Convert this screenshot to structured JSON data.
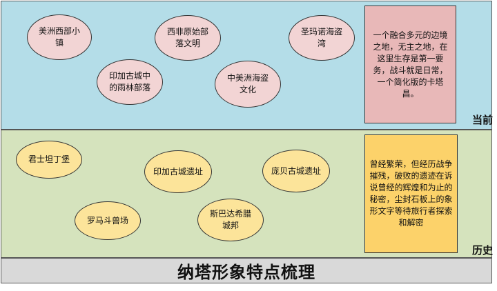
{
  "current": {
    "label": "当前",
    "places": [
      "美洲西部小镇",
      "西非原始部落文明",
      "圣玛诺海盗湾",
      "印加古城中的雨林部落",
      "中美洲海盗文化"
    ],
    "description": "一个融合多元的边境之地，无主之地，在这里生存是第一要务，战斗就是日常，一个简化版的卡塔昌。"
  },
  "history": {
    "label": "历史",
    "places": [
      "君士坦丁堡",
      "印加古城遗址",
      "庞贝古城遗址",
      "罗马斗兽场",
      "斯巴达希腊城邦"
    ],
    "description": "曾经繁荣，但经历战争摧残，破败的遗迹在诉说曾经的辉煌和为止的秘密，尘封石板上的象形文字等待旅行者探索和解密"
  },
  "footer": {
    "title": "纳塔形象特点梳理"
  },
  "colors": {
    "current_band": "#b4dde8",
    "history_band": "#d5e3bd",
    "current_bubble": "#f2d4d4",
    "history_bubble": "#fce49a",
    "current_note": "#e8b8b8",
    "history_note": "#fcd26a",
    "footer_band": "#d9d9d9"
  }
}
